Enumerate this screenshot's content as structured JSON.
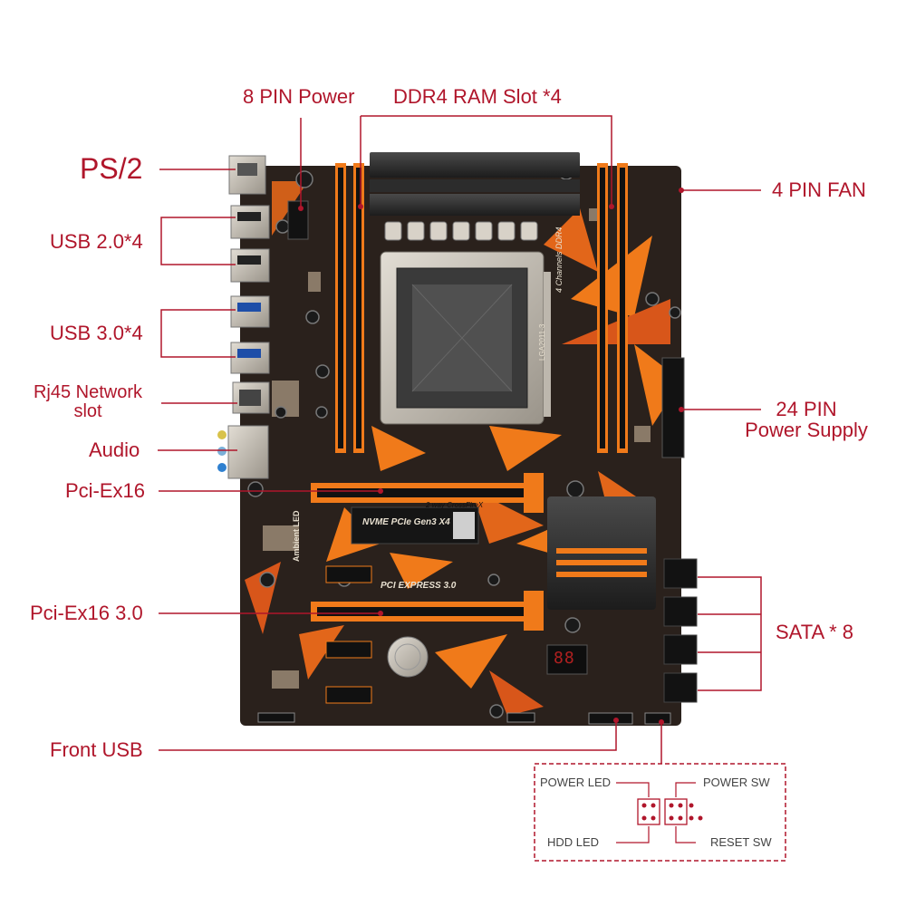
{
  "labels": {
    "pin8_power": "8 PIN Power",
    "ddr4_slots": "DDR4 RAM Slot *4",
    "ps2": "PS/2",
    "usb20": "USB 2.0*4",
    "usb30": "USB 3.0*4",
    "rj45_line1": "Rj45 Network",
    "rj45_line2": "slot",
    "audio": "Audio",
    "pciex16": "Pci-Ex16",
    "pciex16_30": "Pci-Ex16 3.0",
    "front_usb": "Front USB",
    "fan4pin": "4 PIN FAN",
    "pin24_line1": "24 PIN",
    "pin24_line2": "Power Supply",
    "sata": "SATA * 8"
  },
  "panel": {
    "power_led": "POWER LED",
    "power_sw": "POWER SW",
    "hdd_led": "HDD LED",
    "reset_sw": "RESET SW"
  },
  "board_text": {
    "nvme": "NVME PCIe Gen3 X4",
    "pci_express": "PCI EXPRESS 3.0",
    "crossfire": "2 way CrossFireX",
    "ambient": "Ambient LED",
    "channels": "4 Channels DDR4",
    "socket": "LGA2011-3",
    "debug_code": "88"
  },
  "colors": {
    "accent": "#b0162b",
    "board": "#2a211c",
    "orange": "#f07a1a",
    "slot": "#111111",
    "metal": "#c8c2b8"
  }
}
